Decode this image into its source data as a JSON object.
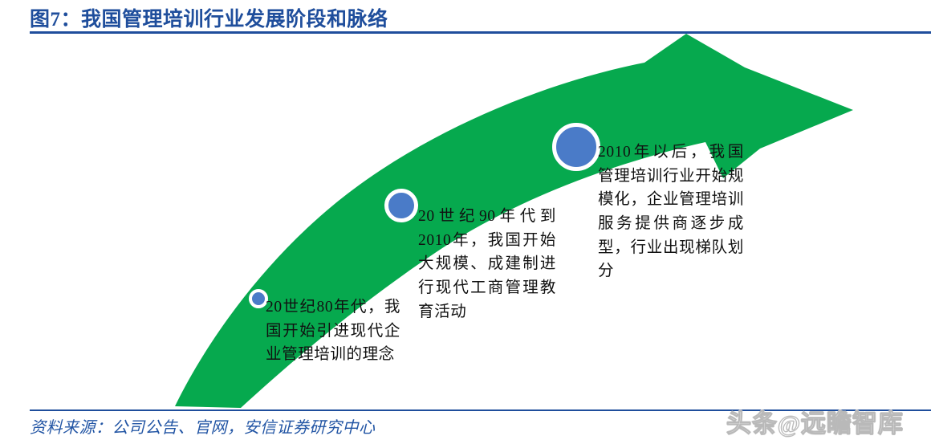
{
  "figure": {
    "title": "图7：我国管理培训行业发展阶段和脉络",
    "source": "资料来源：公司公告、官网，安信证券研究中心",
    "watermark_prefix": "头条",
    "watermark_at": "@",
    "watermark_name": "远瞻智库"
  },
  "colors": {
    "title_blue": "#1F4E9C",
    "rule_blue": "#1F4E9C",
    "source_blue": "#2255A4",
    "arrow_green": "#06A94E",
    "node_blue": "#4A7BC8",
    "node_ring": "#FFFFFF",
    "body_text": "#111111",
    "background": "#FFFFFF"
  },
  "chart_data": {
    "type": "diagram",
    "diagram_kind": "upward-curved-arrow-timeline",
    "title": "图7：我国管理培训行业发展阶段和脉络",
    "direction": "ascending left-to-right",
    "arrow_color": "#06A94E",
    "node_count": 3,
    "stages": [
      {
        "index": 1,
        "marker_size": "small",
        "marker_color": "#4A7BC8",
        "period": "20世纪80年代",
        "text": "20世纪80年代，我国开始引进现代企业管理培训的理念"
      },
      {
        "index": 2,
        "marker_size": "medium",
        "marker_color": "#4A7BC8",
        "period": "20世纪90年代到2010年",
        "text": "20世纪90年代到2010年，我国开始大规模、成建制进行现代工商管理教育活动"
      },
      {
        "index": 3,
        "marker_size": "large",
        "marker_color": "#4A7BC8",
        "period": "2010年以后",
        "text": "2010年以后，我国管理培训行业开始规模化，企业管理培训服务提供商逐步成型，行业出现梯队划分"
      }
    ],
    "source": "资料来源：公司公告、官网，安信证券研究中心"
  }
}
